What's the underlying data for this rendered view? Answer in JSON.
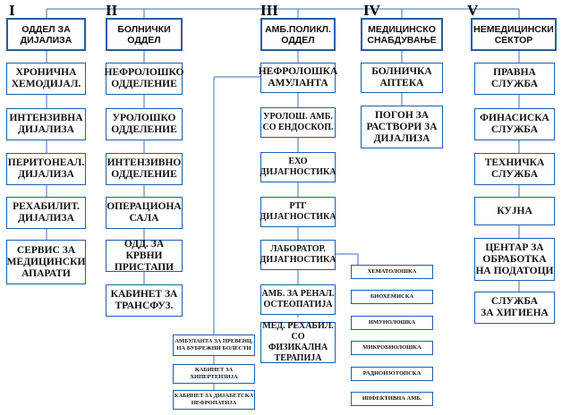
{
  "columns": [
    {
      "num": "I",
      "header": "ОДДЕЛ ЗА\nДИЈАЛИЗА",
      "items": [
        "ХРОНИЧНА\nХЕМОДИЈАЛ.",
        "ИНТЕНЗИВНА\nДИЈАЛИЗА",
        "ПЕРИТОНЕАЛ.\nДИЈАЛИЗА",
        "РЕХАБИЛИТ.\nДИЈАЛИЗА",
        "СЕРВИС ЗА\nМЕДИЦИНСКИ\nАПАРАТИ"
      ]
    },
    {
      "num": "II",
      "header": "БОЛНИЧКИ\nОДДЕЛ",
      "items": [
        "НЕФРОЛОШКО\nОДДЕЛЕНИЕ",
        "УРОЛОШКО\nОДДЕЛЕНИЕ",
        "ИНТЕНЗИВНО\nОДДЕЛЕНИЕ",
        "ОПЕРАЦИОНА\nСАЛА",
        "ОДД. ЗА КРВНИ\nПРИСТАПИ",
        "КАБИНЕТ ЗА\nТРАНСФУЗ."
      ]
    },
    {
      "num": "III",
      "header": "АМБ.ПОЛИКЛ.\nОДДЕЛ",
      "items": [
        "НЕФРОЛОШКА\nАМУЛАНТА",
        "УРОЛОШ. АМБ.\nСО ЕНДОСКОП.",
        "ЕХО\nДИЈАГНОСТИКА",
        "РТГ\nДИЈАГНОСТИКА",
        "ЛАБОРАТОР.\nДИЈАГНОСТИКА",
        "АМБ. ЗА РЕНАЛ.\nОСТЕОПАТИЈА",
        "МЕД. РЕХАБИЛ.\nСО ФИЗИКАЛНА\nТЕРАПИЈА"
      ],
      "nephro_sub": [
        "АМБУЛАНТА ЗА ПРЕВЕНЦ.\nНА БУБРЕЖНИ БОЛЕСТИ",
        "КАБИНЕТ ЗА\nХИПЕРТЕНЗИЈА",
        "КАБИНЕТ ЗА ДИЈАБЕТСКА\nНЕФРОПАТИЈА"
      ],
      "lab_sub": [
        "ХЕМАТОЛОШКА",
        "БИОХЕМИСКА",
        "ИМУНОЛОШКА",
        "МИКРОБИОЛОШКА",
        "РАДИОИЗОТОПСКА",
        "ИНФЕКТИВНА АМБ."
      ]
    },
    {
      "num": "IV",
      "header": "МЕДИЦИНСКО\nСНАБДУВАЊЕ",
      "items": [
        "БОЛНИЧКА\nАПТЕКА",
        "ПОГОН ЗА\nРАСТВОРИ ЗА\nДИЈАЛИЗА"
      ]
    },
    {
      "num": "V",
      "header": "НЕМЕДИЦИНСКИ\nСЕКТОР",
      "items": [
        "ПРАВНА\nСЛУЖБА",
        "ФИНАСИСКА\nСЛУЖБА",
        "ТЕХНИЧКА\nСЛУЖБА",
        "КУЈНА",
        "ЦЕНТАР ЗА\nОБРАБОТКА\nНА ПОДАТОЦИ",
        "СЛУЖБА\nЗА ХИГИЕНА"
      ]
    }
  ],
  "colors": {
    "border": "#1f5ea8",
    "line": "#3a6fb0"
  }
}
